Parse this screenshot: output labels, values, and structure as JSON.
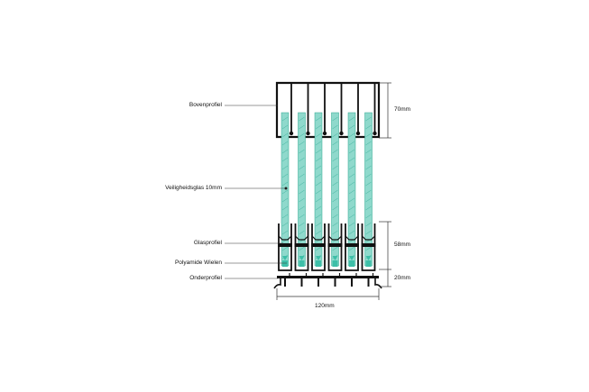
{
  "labels": {
    "top_profile": "Bovenprofiel",
    "safety_glass": "Veiligheidsglas 10mm",
    "glass_profile": "Glasprofiel",
    "polyamide_wheels": "Polyamide Wielen",
    "bottom_profile": "Onderprofiel"
  },
  "dimensions": {
    "top_height": "70mm",
    "glass_profile_height": "58mm",
    "bottom_height": "20mm",
    "total_width": "120mm"
  },
  "colors": {
    "profile": "#111111",
    "glass": "#8fd9cc",
    "glass_edge": "#2aa88f",
    "wheel": "#3dbfa8",
    "line": "#333333"
  },
  "panel_count": 6
}
